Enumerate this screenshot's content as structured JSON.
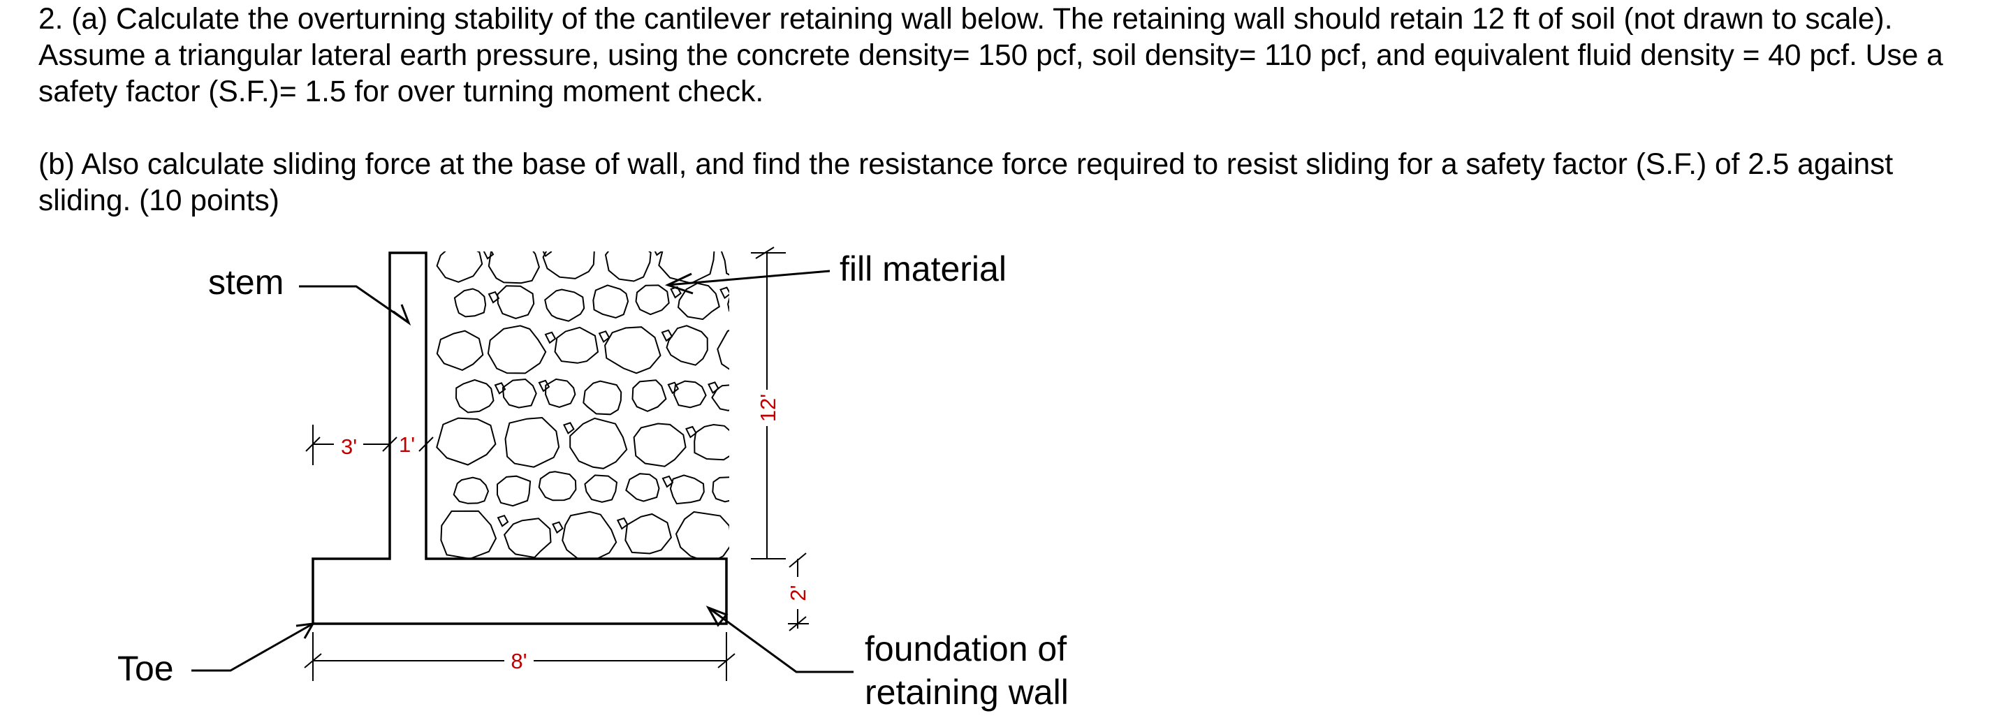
{
  "problem": {
    "part_a": "2. (a) Calculate the overturning stability of the cantilever retaining wall below. The retaining wall should retain 12 ft of soil (not drawn to scale). Assume a triangular lateral earth pressure, using the concrete density= 150 pcf, soil density= 110 pcf, and equivalent fluid density = 40 pcf.  Use a safety factor (S.F.)= 1.5 for over turning moment check.",
    "part_b": "(b) Also calculate sliding force at the base of wall, and find the resistance force required to resist sliding for a safety factor (S.F.) of 2.5 against sliding.  (10 points)"
  },
  "figure": {
    "labels": {
      "stem": "stem",
      "fill_material": "fill material",
      "toe": "Toe",
      "foundation_line1": "foundation of",
      "foundation_line2": "retaining wall"
    },
    "dimensions": {
      "toe_width": "3'",
      "stem_thickness": "1'",
      "soil_height": "12'",
      "base_thickness": "2'",
      "base_width": "8'"
    },
    "colors": {
      "dimension_text": "#c00000",
      "linework": "#000000"
    }
  }
}
